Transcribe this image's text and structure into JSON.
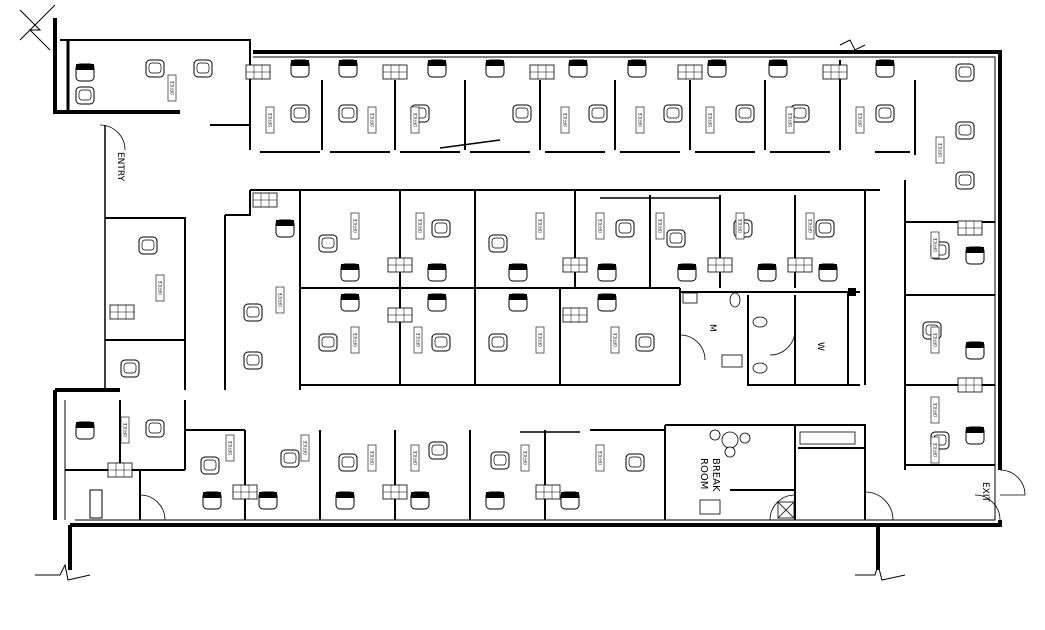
{
  "labels": {
    "entry": "ENTRY",
    "exit": "EXIT",
    "mens": "M",
    "womens": "W",
    "break_line1": "BREAK",
    "break_line2": "ROOM"
  },
  "office_tag": "OFFICE",
  "colors": {
    "line": "#000000",
    "background": "#ffffff"
  },
  "icons": [
    "chair-icon",
    "desk-icon",
    "door-swing-icon",
    "toilet-icon",
    "sink-icon",
    "north-arrow-icon"
  ]
}
